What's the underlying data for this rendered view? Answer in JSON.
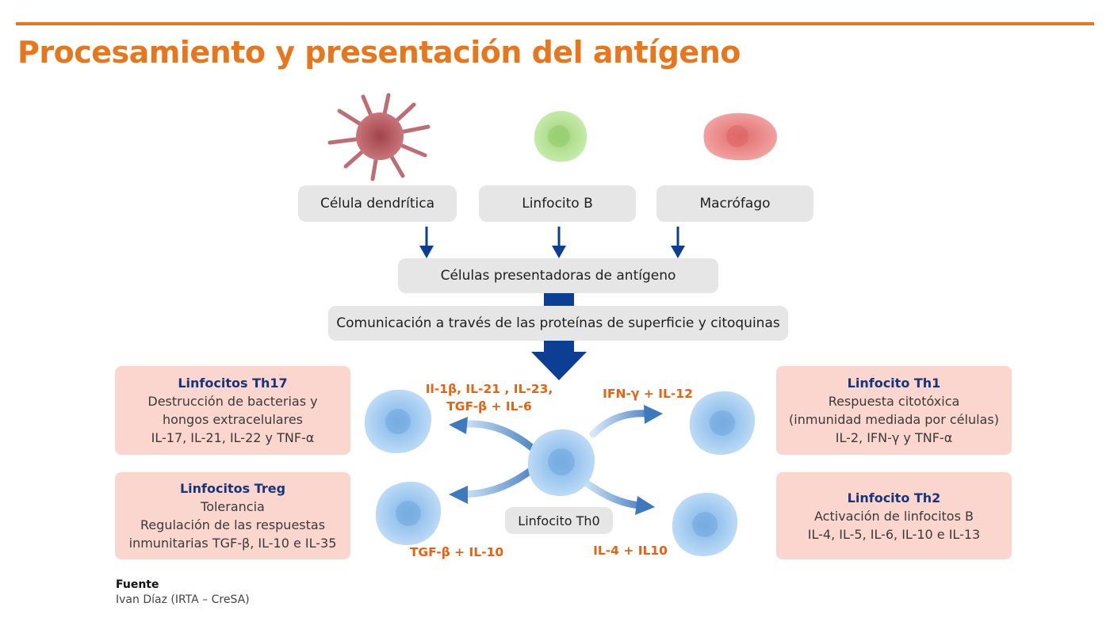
{
  "title": "Procesamiento y presentación del antígeno",
  "cells": {
    "dendritic": "Célula dendrítica",
    "lymphocyte_b": "Linfocito B",
    "macrophage": "Macrófago"
  },
  "apc_label": "Células presentadoras de antígeno",
  "communication_label": "Comunicación a través de las proteínas de superficie y citoquinas",
  "center_label": "Linfocito Th0",
  "cytokines": {
    "th17_line1": "Il-1β, IL-21 , IL-23,",
    "th17_line2": "TGF-β  + IL-6",
    "th1": "IFN-γ + IL-12",
    "treg": "TGF-β + IL-10",
    "th2": "IL-4 + IL10"
  },
  "cards": {
    "th17": {
      "title": "Linfocitos Th17",
      "line1": "Destrucción de bacterias y",
      "line2": "hongos extracelulares",
      "line3": "IL-17, IL-21, IL-22 y TNF-α"
    },
    "treg": {
      "title": "Linfocitos Treg",
      "line1": "Tolerancia",
      "line2": "Regulación de las respuestas",
      "line3": "inmunitarias TGF-β, IL-10 e IL-35"
    },
    "th1": {
      "title": "Linfocito Th1",
      "line1": "Respuesta citotóxica",
      "line2": "(inmunidad mediada por células)",
      "line3": "IL-2, IFN-γ y TNF-α"
    },
    "th2": {
      "title": "Linfocito Th2",
      "line1": "Activación de linfocitos B",
      "line2": "IL-4, IL-5, IL-6, IL-10 e IL-13"
    }
  },
  "source": {
    "heading": "Fuente",
    "text": "Ivan Díaz (IRTA – CreSA)"
  },
  "colors": {
    "accent": "#e8761c",
    "arrow_blue": "#0c3f94",
    "card_bg": "#fbd6cf",
    "pill_bg": "#e6e6e6",
    "cell_blue": "#a8cff2"
  }
}
